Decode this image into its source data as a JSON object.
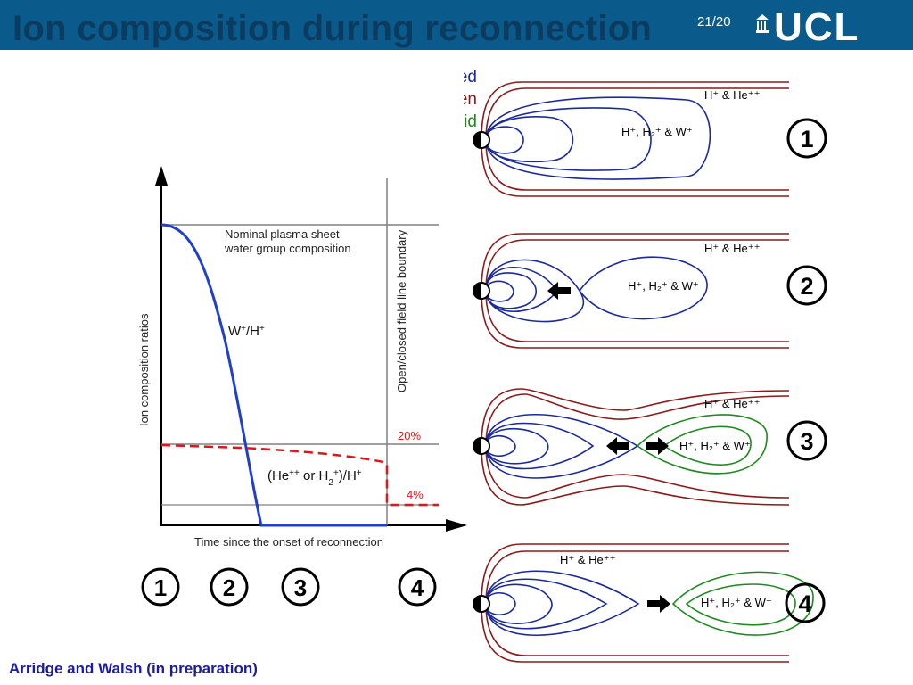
{
  "slide": {
    "title": "Ion composition during reconnection",
    "number": "21/20",
    "logo": "UCL",
    "citation": "Arridge and Walsh (in preparation)"
  },
  "chart": {
    "ylabel": "Ion composition ratios",
    "xlabel": "Time since the onset of reconnection",
    "boundary_label": "Open/closed field line boundary",
    "nominal_line1": "Nominal plasma sheet",
    "nominal_line2": "water group composition",
    "pct_20": "20%",
    "pct_4": "4%",
    "stage_labels": [
      "1",
      "2",
      "3",
      "4"
    ]
  },
  "chart_data": {
    "type": "line",
    "title": "",
    "xlabel": "Time since the onset of reconnection",
    "ylabel": "Ion composition ratios",
    "series": [
      {
        "name": "W⁺/H⁺",
        "color": "#1f3fcf",
        "style": "solid"
      },
      {
        "name": "(He⁺⁺ or H₂⁺)/H⁺",
        "color": "#e0161b",
        "style": "dashed"
      }
    ],
    "annotations": [
      "Nominal plasma sheet water group composition",
      "20%",
      "4%",
      "Open/closed field line boundary"
    ]
  },
  "legend": {
    "closed": "Closed",
    "open": "Open",
    "plasmoid": "Plasmoid",
    "closed_color": "#1a2a9c",
    "open_color": "#8b1a1a",
    "plasmoid_color": "#1e8a1e"
  },
  "panels": {
    "outer_label": "H⁺ & He⁺⁺",
    "inner_label": "H⁺, H₂⁺ & W⁺",
    "numbers": [
      "1",
      "2",
      "3",
      "4"
    ]
  }
}
